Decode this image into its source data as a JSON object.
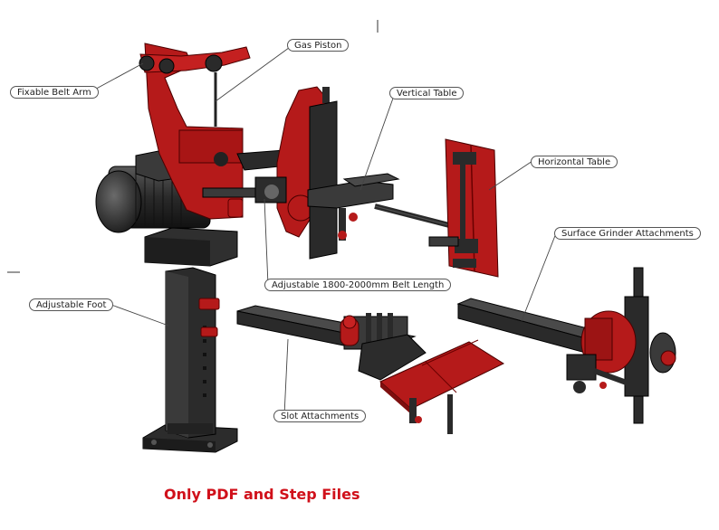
{
  "labels": {
    "fixable_belt_arm": "Fixable Belt Arm",
    "gas_piston": "Gas Piston",
    "vertical_table": "Vertical Table",
    "horizontal_table": "Horizontal Table",
    "surface_grinder_attachments": "Surface Grinder Attachments",
    "adjustable_belt_length": "Adjustable 1800-2000mm Belt Length",
    "adjustable_foot": "Adjustable Foot",
    "slot_attachments": "Slot Attachments"
  },
  "footer": {
    "note": "Only PDF and Step Files"
  },
  "colors": {
    "part_red": "#b51a1a",
    "part_dark": "#2c2c2c",
    "leader": "#444444",
    "note_red": "#d0101a"
  }
}
